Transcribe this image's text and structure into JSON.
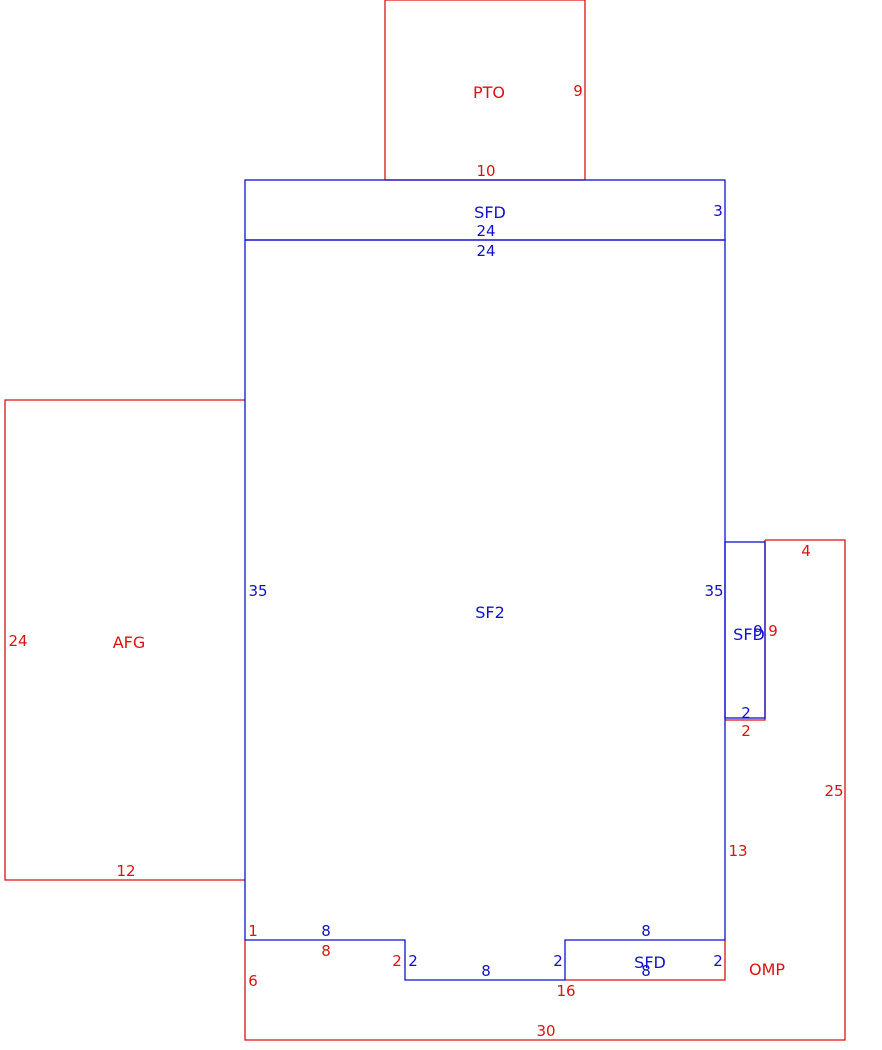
{
  "colors": {
    "main": "#1010d0",
    "addon": "#dd1111",
    "background": "#ffffff"
  },
  "areas": {
    "pto": "PTO",
    "sfd_top": "SFD",
    "sf2": "SF2",
    "afg": "AFG",
    "sfd_right": "SFD",
    "sfd_bottom": "SFD",
    "omp": "OMP"
  },
  "dims": {
    "pto_right": "9",
    "pto_bottom": "10",
    "sfd_top_right": "3",
    "sfd_top_bottom": "24",
    "sf2_top": "24",
    "sf2_left": "35",
    "sf2_right": "35",
    "afg_left": "24",
    "afg_bottom": "12",
    "sfdr_inner": "9",
    "sfdr_outer": "9",
    "sfdr_bottom_blue": "2",
    "sfdr_bottom_red": "2",
    "omp_top": "4",
    "omp_right": "25",
    "omp_inner": "13",
    "notch_top_blue": "8",
    "notch_top_red": "8",
    "notch_one": "1",
    "notch_six": "6",
    "notch_down_red": "2",
    "notch_down_blue": "2",
    "notch_bottom": "8",
    "notch_up": "2",
    "sfdb_top": "8",
    "sfdb_bottom": "8",
    "sfdb_right": "2",
    "omp_sixteen": "16",
    "omp_bottom": "30"
  }
}
